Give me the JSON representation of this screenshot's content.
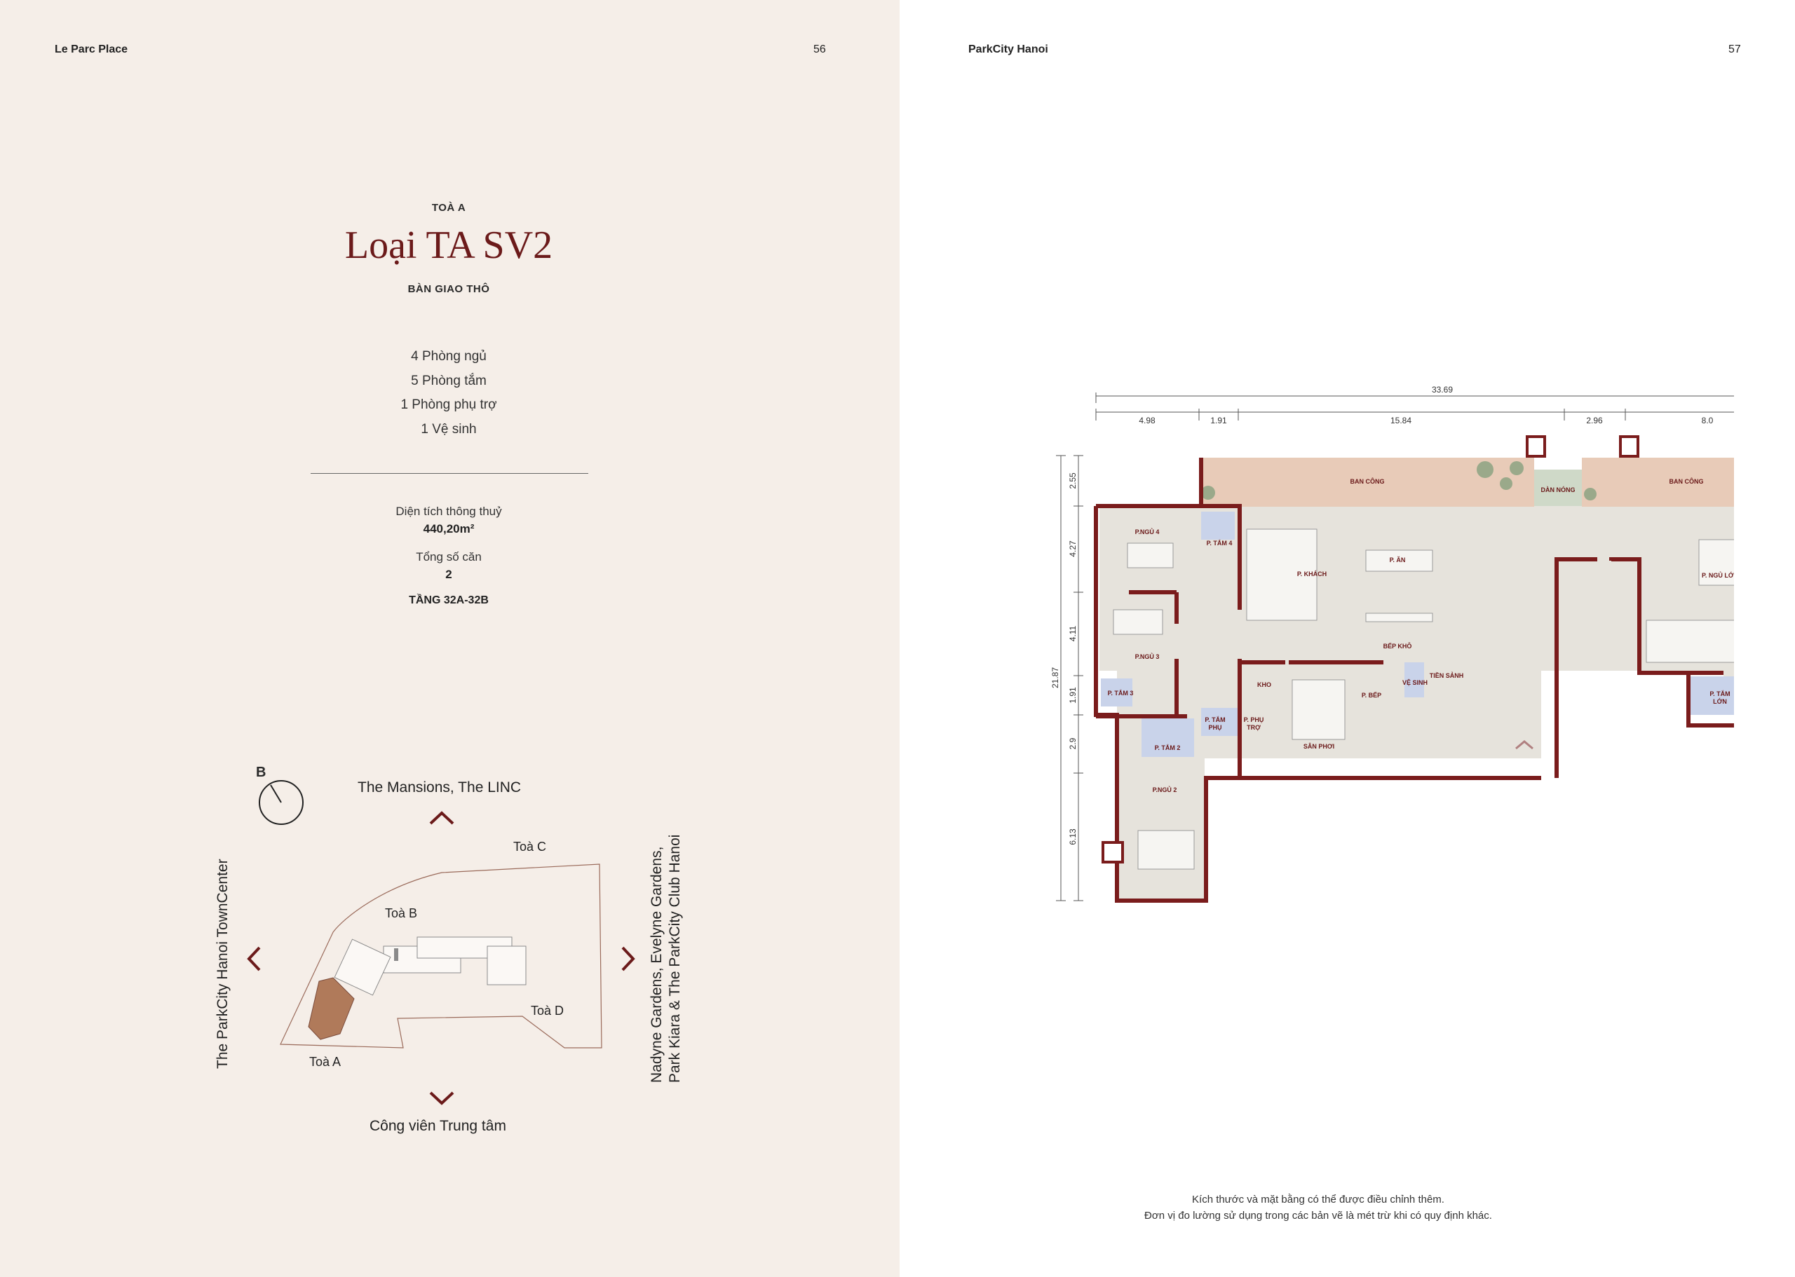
{
  "left": {
    "header_title": "Le Parc Place",
    "page_number": "56",
    "building": "TOÀ A",
    "unit_title": "Loại TA SV2",
    "handover": "BÀN GIAO THÔ",
    "rooms": [
      "4 Phòng ngủ",
      "5 Phòng tắm",
      "1 Phòng phụ trợ",
      "1 Vệ sinh"
    ],
    "area_label": "Diện tích thông thuỷ",
    "area_value": "440,20m²",
    "units_label": "Tổng số căn",
    "units_value": "2",
    "floors": "TẦNG 32A-32B",
    "map": {
      "compass": "B",
      "north": "The Mansions, The LINC",
      "south": "Công viên Trung tâm",
      "west": "The ParkCity Hanoi TownCenter",
      "east_line1": "Nadyne Gardens, Evelyne Gardens,",
      "east_line2": "Park Kiara & The ParkCity Club Hanoi",
      "tower_a": "Toà A",
      "tower_b": "Toà B",
      "tower_c": "Toà C",
      "tower_d": "Toà D",
      "highlight_color": "#b07a5a"
    }
  },
  "right": {
    "header_title": "ParkCity Hanoi",
    "page_number": "57",
    "dimensions": {
      "total_width": "33.69",
      "segments": [
        "4.98",
        "1.91",
        "15.84",
        "2.96",
        "8.0"
      ],
      "total_height": "21.87",
      "vertical": [
        "2.55",
        "4.27",
        "4.11",
        "1.91",
        "2.9",
        "6.13"
      ]
    },
    "rooms": {
      "balcony_left": "BAN CÔNG",
      "ac_unit": "DÀN NÓNG",
      "balcony_right": "BAN CÔNG",
      "bed4": "P.NGỦ 4",
      "bath4": "P. TẮM 4",
      "living": "P. KHÁCH",
      "dining": "P. ĂN",
      "master_bed": "P. NGỦ LỚN",
      "bed3": "P.NGỦ 3",
      "dry_kitchen": "BẾP KHÔ",
      "storage": "KHO",
      "kitchen": "P. BẾP",
      "wc": "VỆ SINH",
      "lobby": "TIỀN SẢNH",
      "bath3": "P. TẮM 3",
      "aux_bath_1": "P. TẮM",
      "aux_bath_2": "PHỤ",
      "aux_room_1": "P. PHỤ",
      "aux_room_2": "TRỢ",
      "bath2": "P. TẮM 2",
      "laundry": "SÂN PHƠI",
      "bed2": "P.NGỦ 2",
      "master_bath_1": "P. TẮM",
      "master_bath_2": "LỚN"
    },
    "note_line1": "Kích thước và mặt bằng có thể được điều chỉnh thêm.",
    "note_line2": "Đơn vị đo lường sử dụng trong các bản vẽ là mét trừ khi có quy định khác.",
    "colors": {
      "wall": "#7a1c1c",
      "floor": "#e6e3dc",
      "balcony": "#e8cbb8",
      "bath": "#c9d3ea",
      "ac": "#cfd9c8"
    }
  }
}
